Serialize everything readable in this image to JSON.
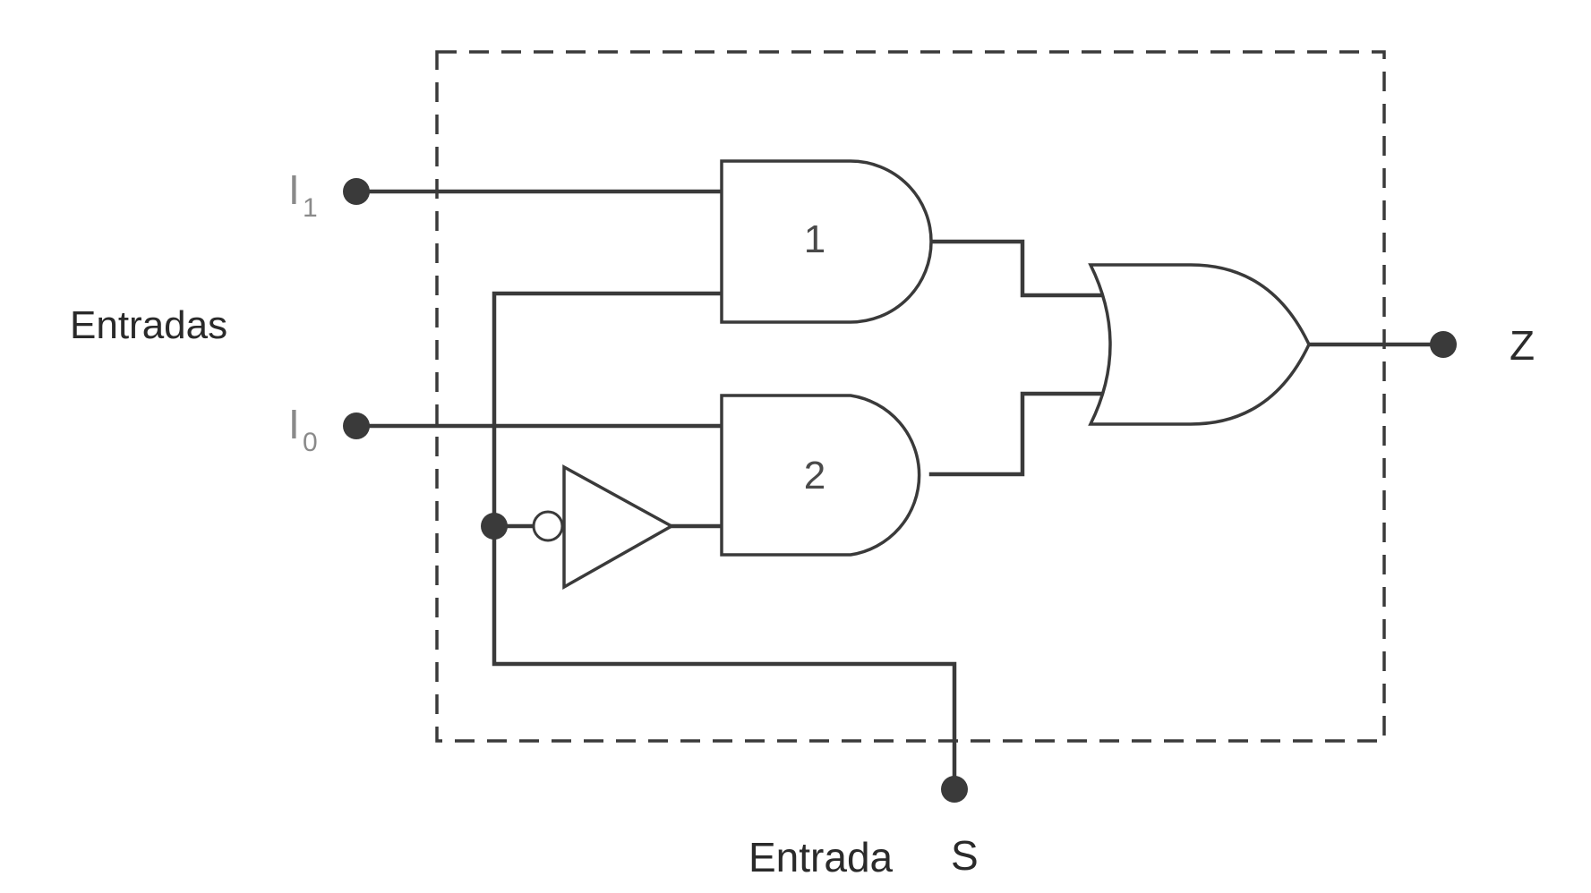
{
  "labels": {
    "inputs_group": "Entradas",
    "input_i1": "I",
    "input_i1_sub": "1",
    "input_i0": "I",
    "input_i0_sub": "0",
    "output": "Z",
    "select_caption": "Entrada",
    "select_name": "S"
  },
  "gates": {
    "and1_number": "1",
    "and2_number": "2"
  }
}
